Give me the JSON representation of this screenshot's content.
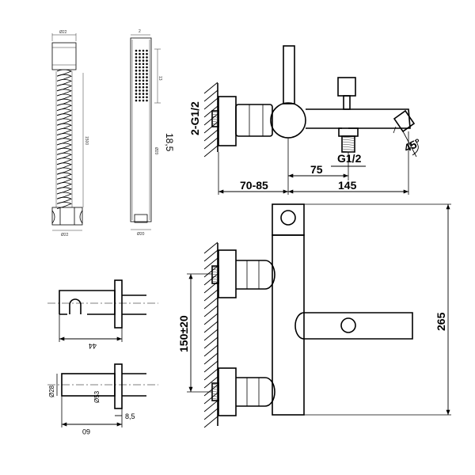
{
  "dims": {
    "thread_inlet": "2-G1/2",
    "offset": "70-85",
    "spout_center": "75",
    "total_length": "145",
    "outlet_thread": "G1/2",
    "spout_angle": "45°",
    "hand_length": "18,5",
    "center_distance": "150±20",
    "height": "265",
    "holder_depth": "44",
    "holder_dia": "Ø28",
    "holder_inner": "Ø53",
    "holder_width": "60",
    "holder_wall": "8,5"
  },
  "tiny": {
    "hose_top": "Ø22",
    "hose_len": "1500",
    "hose_bot": "Ø22",
    "head_top": "2",
    "head_mid": "13",
    "head_side": "Ø20",
    "head_bot": "Ø20"
  }
}
